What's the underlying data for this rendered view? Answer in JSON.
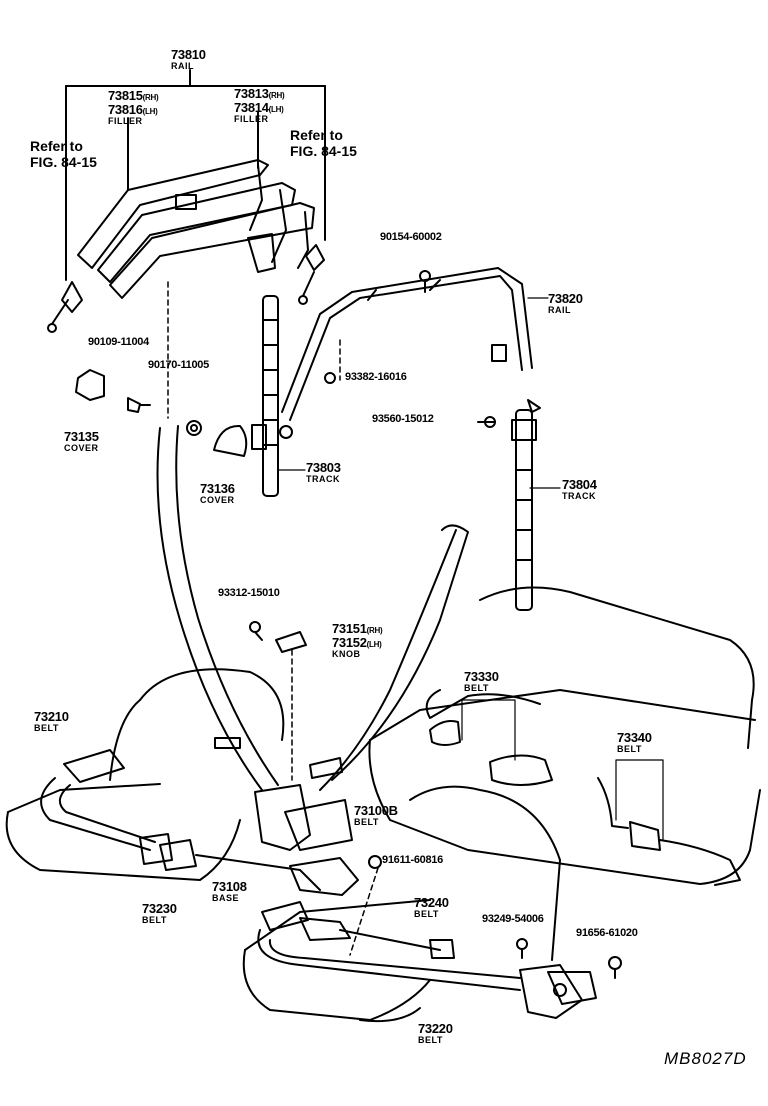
{
  "labels": {
    "p73810": {
      "num": "73810",
      "sub": "RAIL"
    },
    "p73815": {
      "num": "73815",
      "tag": "(RH)"
    },
    "p73816": {
      "num": "73816",
      "tag": "(LH)",
      "sub": "FILLER"
    },
    "p73813": {
      "num": "73813",
      "tag": "(RH)"
    },
    "p73814": {
      "num": "73814",
      "tag": "(LH)",
      "sub": "FILLER"
    },
    "ref_left": {
      "line1": "Refer to",
      "line2": "FIG. 84-15"
    },
    "ref_right": {
      "line1": "Refer to",
      "line2": "FIG. 84-15"
    },
    "p90154": {
      "num": "90154-60002"
    },
    "p73820": {
      "num": "73820",
      "sub": "RAIL"
    },
    "p90109": {
      "num": "90109-11004"
    },
    "p90170": {
      "num": "90170-11005"
    },
    "p93382": {
      "num": "93382-16016"
    },
    "p93560": {
      "num": "93560-15012"
    },
    "p73135": {
      "num": "73135",
      "sub": "COVER"
    },
    "p73136": {
      "num": "73136",
      "sub": "COVER"
    },
    "p73803": {
      "num": "73803",
      "sub": "TRACK"
    },
    "p73804": {
      "num": "73804",
      "sub": "TRACK"
    },
    "p93312": {
      "num": "93312-15010"
    },
    "p73151": {
      "num": "73151",
      "tag": "(RH)"
    },
    "p73152": {
      "num": "73152",
      "tag": "(LH)",
      "sub": "KNOB"
    },
    "p73330": {
      "num": "73330",
      "sub": "BELT"
    },
    "p73210": {
      "num": "73210",
      "sub": "BELT"
    },
    "p73340": {
      "num": "73340",
      "sub": "BELT"
    },
    "p73100B": {
      "num": "73100B",
      "sub": "BELT"
    },
    "p91611": {
      "num": "91611-60816"
    },
    "p73108": {
      "num": "73108",
      "sub": "BASE"
    },
    "p73230": {
      "num": "73230",
      "sub": "BELT"
    },
    "p73240": {
      "num": "73240",
      "sub": "BELT"
    },
    "p93249": {
      "num": "93249-54006"
    },
    "p91656": {
      "num": "91656-61020"
    },
    "p73220": {
      "num": "73220",
      "sub": "BELT"
    }
  },
  "diagram_code": "MB8027D"
}
